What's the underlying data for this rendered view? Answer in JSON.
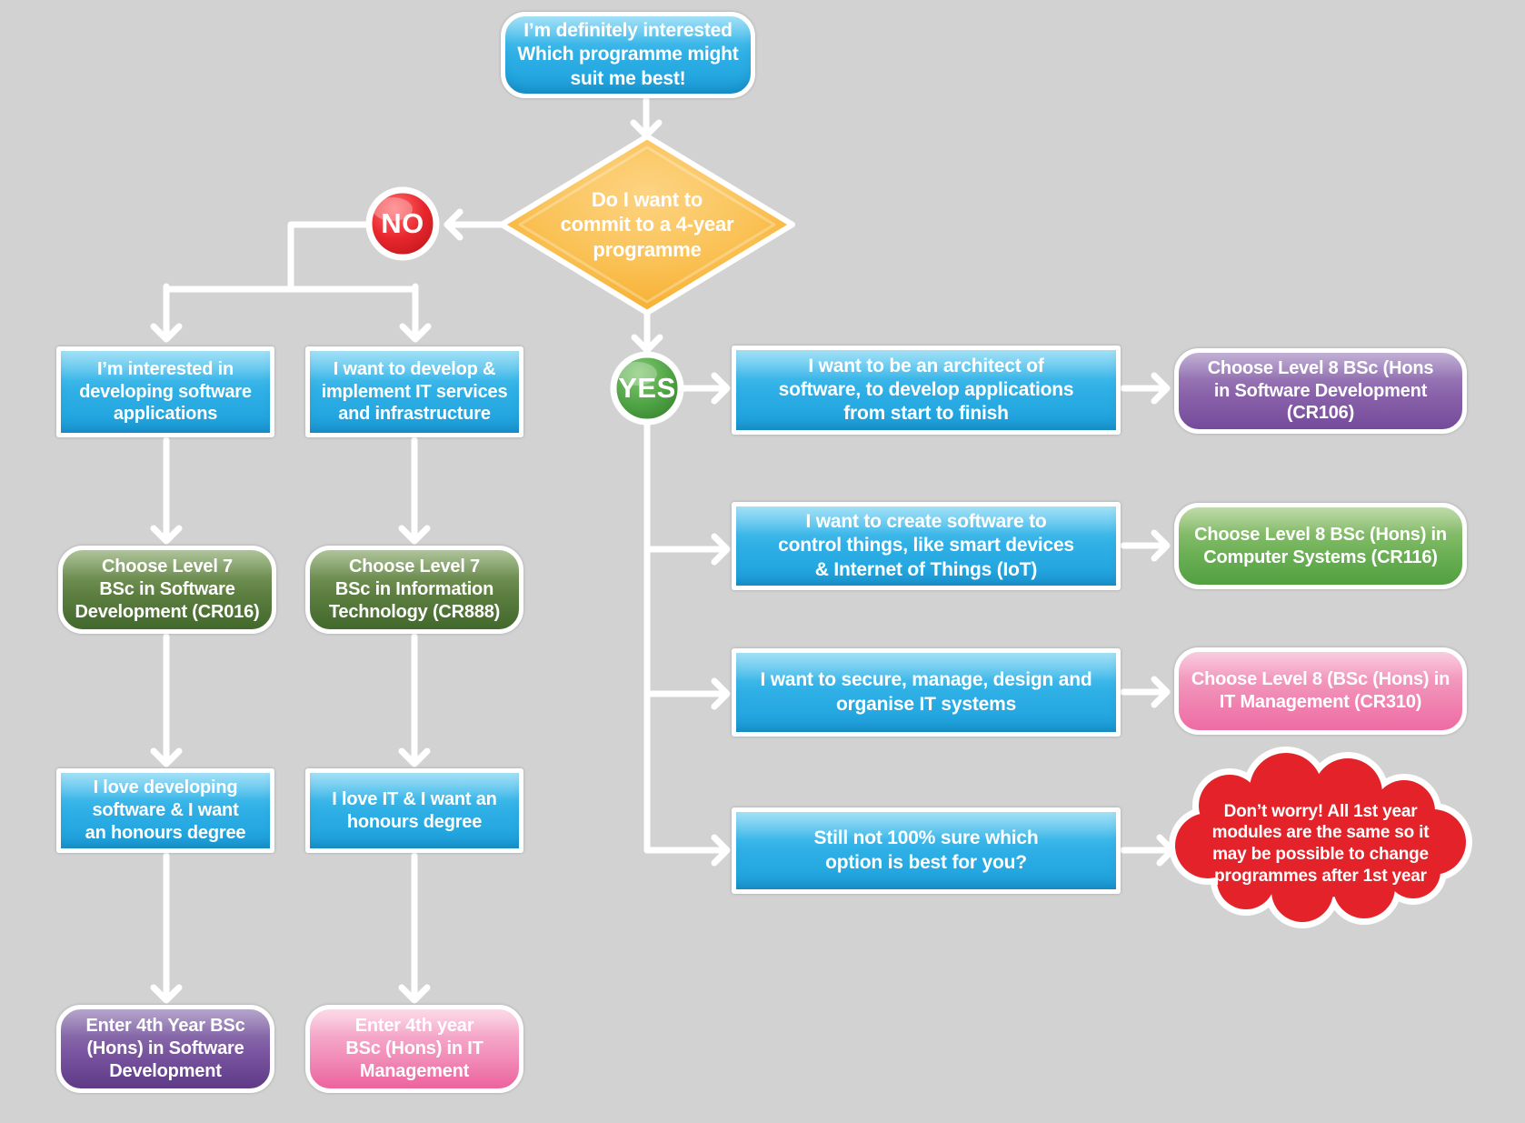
{
  "palette": {
    "background": "#d2d2d3",
    "question_blue": "#1da0dc",
    "question_blue_light": "#64ccf1",
    "decision_orange": "#f6a81f",
    "decision_orange_light": "#fcd07a",
    "no_red": "#e0211f",
    "yes_green": "#4ea344",
    "level7_green_dark": "#42682c",
    "level8_green_light": "#51a040",
    "purple_dark": "#5e3a87",
    "purple_light": "#744b9b",
    "pink": "#ec639d",
    "cloud_red": "#e32329",
    "connector_white": "#ffffff"
  },
  "flowchart": {
    "start": "I’m definitely interested\nWhich programme might\nsuit me best!",
    "decision": "Do I want to\ncommit to a 4-year\nprogramme",
    "no_label": "NO",
    "yes_label": "YES",
    "no_branch": {
      "interest_software": "I’m interested in\ndeveloping software\napplications",
      "interest_it": "I want to develop &\nimplement IT services\nand infrastructure",
      "level7_software": "Choose Level 7\nBSc in Software\nDevelopment (CR016)",
      "level7_it": "Choose Level 7\nBSc in Information\nTechnology (CR888)",
      "honours_software": "I love developing\nsoftware & I want\nan honours degree",
      "honours_it": "I love IT & I want an\nhonours degree",
      "enter_software": "Enter 4th Year BSc\n(Hons) in Software\nDevelopment",
      "enter_it_management": "Enter 4th year\nBSc (Hons) in IT\nManagement"
    },
    "yes_branch": {
      "rows": [
        {
          "question": "I want to be an architect of\nsoftware, to develop applications\nfrom start to finish",
          "answer": "Choose Level 8 BSc (Hons\nin Software Development\n(CR106)"
        },
        {
          "question": "I want to create software to\ncontrol things, like smart devices\n& Internet of Things (IoT)",
          "answer": "Choose Level 8 BSc (Hons) in\nComputer Systems (CR116)"
        },
        {
          "question": "I want to secure, manage, design and\norganise IT systems",
          "answer": "Choose Level 8 (BSc (Hons) in\nIT Management (CR310)"
        },
        {
          "question": "Still not 100% sure which\noption is best for you?",
          "answer": "Don’t worry! All 1st year\nmodules are the same so it\nmay be possible to change\nprogrammes after 1st year"
        }
      ]
    }
  }
}
